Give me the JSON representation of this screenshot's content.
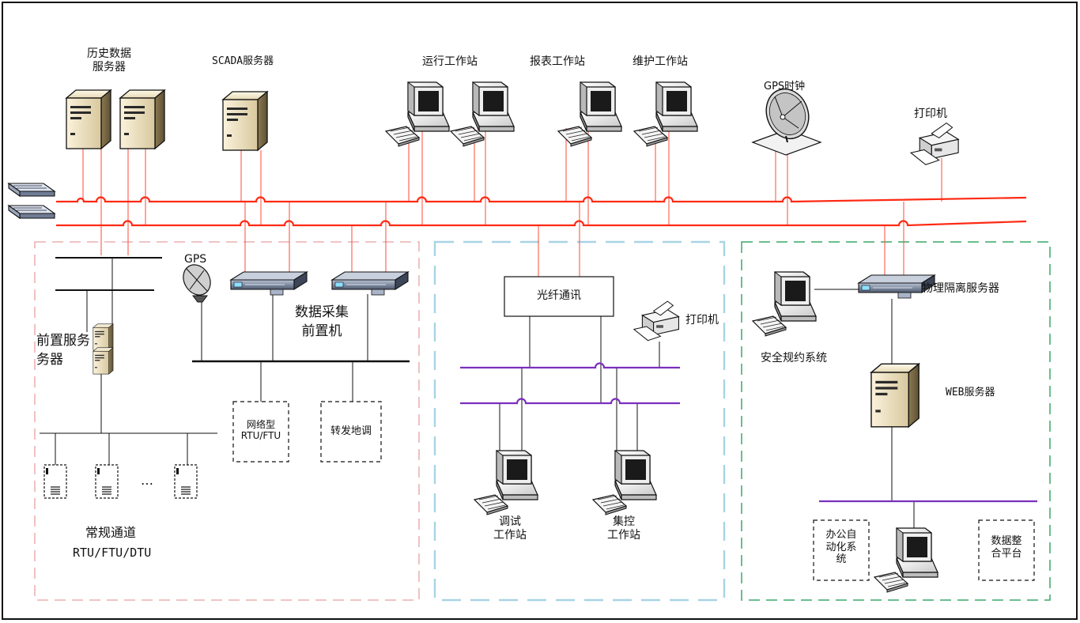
{
  "top": {
    "history_server": "历史数据\n服务器",
    "scada_server": "SCADA服务器",
    "ops_ws": "运行工作站",
    "report_ws": "报表工作站",
    "maint_ws": "维护工作站",
    "gps_clock": "GPS时钟",
    "printer": "打印机"
  },
  "left_zone": {
    "gps": "GPS",
    "frontend_server": "前置服务\n务器",
    "acq_frontend": "数据采集\n前置机",
    "net_rtu": "网络型\nRTU/FTU",
    "relay_dispatch": "转发地调",
    "dots": "…",
    "normal_channel": "常规通道",
    "rtu_types": "RTU/FTU/DTU"
  },
  "mid_zone": {
    "fiber_comm": "光纤通讯",
    "printer": "打印机",
    "debug_ws": "调试\n工作站",
    "central_ctrl_ws": "集控\n工作站"
  },
  "right_zone": {
    "isolation_server": "物理隔离服务器",
    "security_protocol": "安全规约系统",
    "web_server": "WEB服务器",
    "office_auto": "办公自\n动化系\n统",
    "data_platform": "数据整\n合平台"
  },
  "colors": {
    "bus_red": "#ff2a14",
    "link_red": "#ff4a3a",
    "bus_purple": "#7b2fbd",
    "zone_pink": "#e8a0a0",
    "zone_blue": "#a8d4e4",
    "zone_green": "#3aa86a"
  }
}
